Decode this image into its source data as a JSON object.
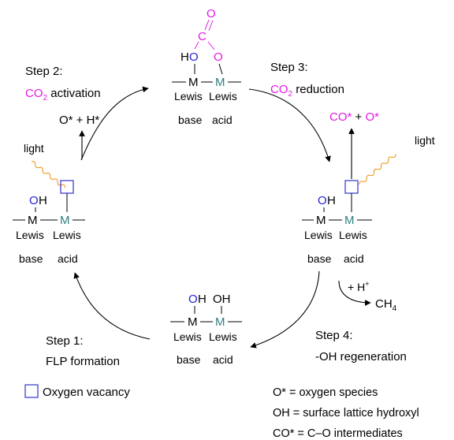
{
  "colors": {
    "text": "#000000",
    "co2_magenta": "#e619e6",
    "oxygen_blue": "#1f1fd6",
    "acid_metal_teal": "#2f7f7f",
    "light_wave_orange": "#f0a030",
    "vacancy_box": "#3333cc"
  },
  "steps": {
    "step1": {
      "title": "Step 1:",
      "desc": "FLP formation"
    },
    "step2": {
      "title": "Step 2:",
      "desc_prefix": "CO",
      "desc_sub": "2",
      "desc_suffix": " activation"
    },
    "step3": {
      "title": "Step 3:",
      "desc_prefix": "CO",
      "desc_sub": "2",
      "desc_suffix": " reduction"
    },
    "step4": {
      "title": "Step 4:",
      "desc": "-OH regeneration"
    }
  },
  "species": {
    "step2_products": "O* + H*",
    "step3_co": "CO*",
    "step3_plus": " + ",
    "step3_o": "O*",
    "step4_reagent_prefix": "+ H",
    "step4_reagent_sup": "+",
    "step4_product_prefix": "CH",
    "step4_product_sub": "4",
    "light": "light"
  },
  "atoms": {
    "metal": "M",
    "oh": "OH",
    "o": "O",
    "h": "H",
    "c": "C",
    "lewis": "Lewis",
    "base": "base",
    "acid": "acid"
  },
  "legend": {
    "vacancy": "Oxygen vacancy",
    "o_star": "O* = oxygen species",
    "oh": "OH = surface lattice hydroxyl",
    "co_star": "CO* = C–O intermediates"
  }
}
